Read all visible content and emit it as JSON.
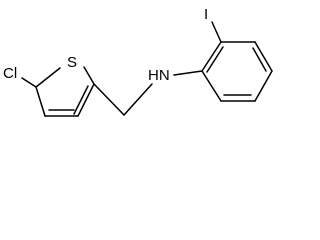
{
  "structure": {
    "atoms": {
      "chlorine": "Cl",
      "sulfur": "S",
      "amine": "HN",
      "iodine": "I"
    }
  }
}
